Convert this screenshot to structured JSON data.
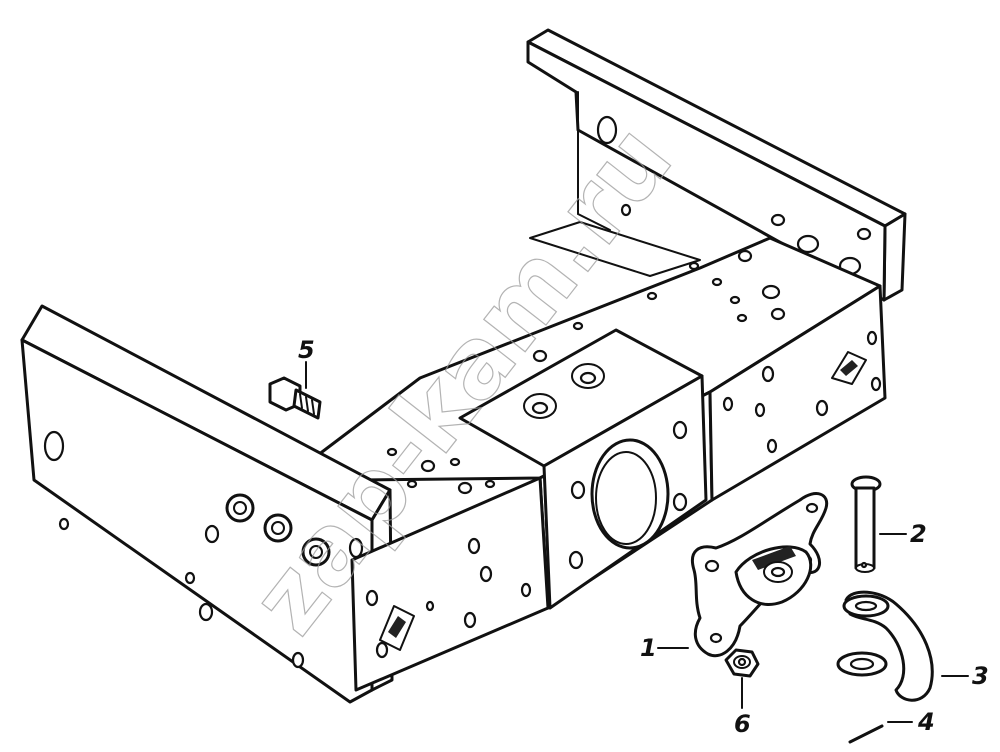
{
  "diagram": {
    "callouts": [
      {
        "id": "1",
        "label": "1"
      },
      {
        "id": "2",
        "label": "2"
      },
      {
        "id": "3",
        "label": "3"
      },
      {
        "id": "4",
        "label": "4"
      },
      {
        "id": "5",
        "label": "5"
      },
      {
        "id": "6",
        "label": "6"
      }
    ],
    "watermark": "zap-kam.ru"
  }
}
